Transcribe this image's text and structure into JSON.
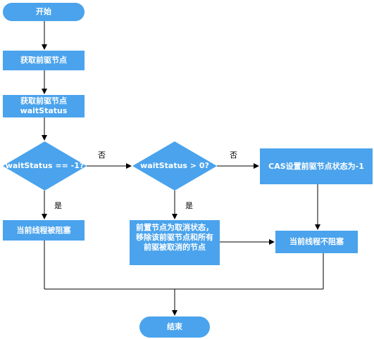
{
  "nodes": {
    "start": "开始",
    "get_pred": "获取前驱节点",
    "get_status": "获取前驱节点\nwaitStatus",
    "decision_minus1": "waitStatus == -1?",
    "decision_gt0": "waitStatus > 0?",
    "cas_set": "CAS设置前驱节点状态为-1",
    "block": "当前线程被阻塞",
    "remove_cancelled": "前置节点为取消状态，\n移除该前驱节点和所有\n前驱被取消的节点",
    "no_block": "当前线程不阻塞",
    "end": "结束"
  },
  "edge_labels": {
    "no_1": "否",
    "no_2": "否",
    "yes_1": "是",
    "yes_2": "是"
  },
  "colors": {
    "node_fill": "#4aa3ec",
    "text": "#ffffff",
    "line": "#000000"
  }
}
